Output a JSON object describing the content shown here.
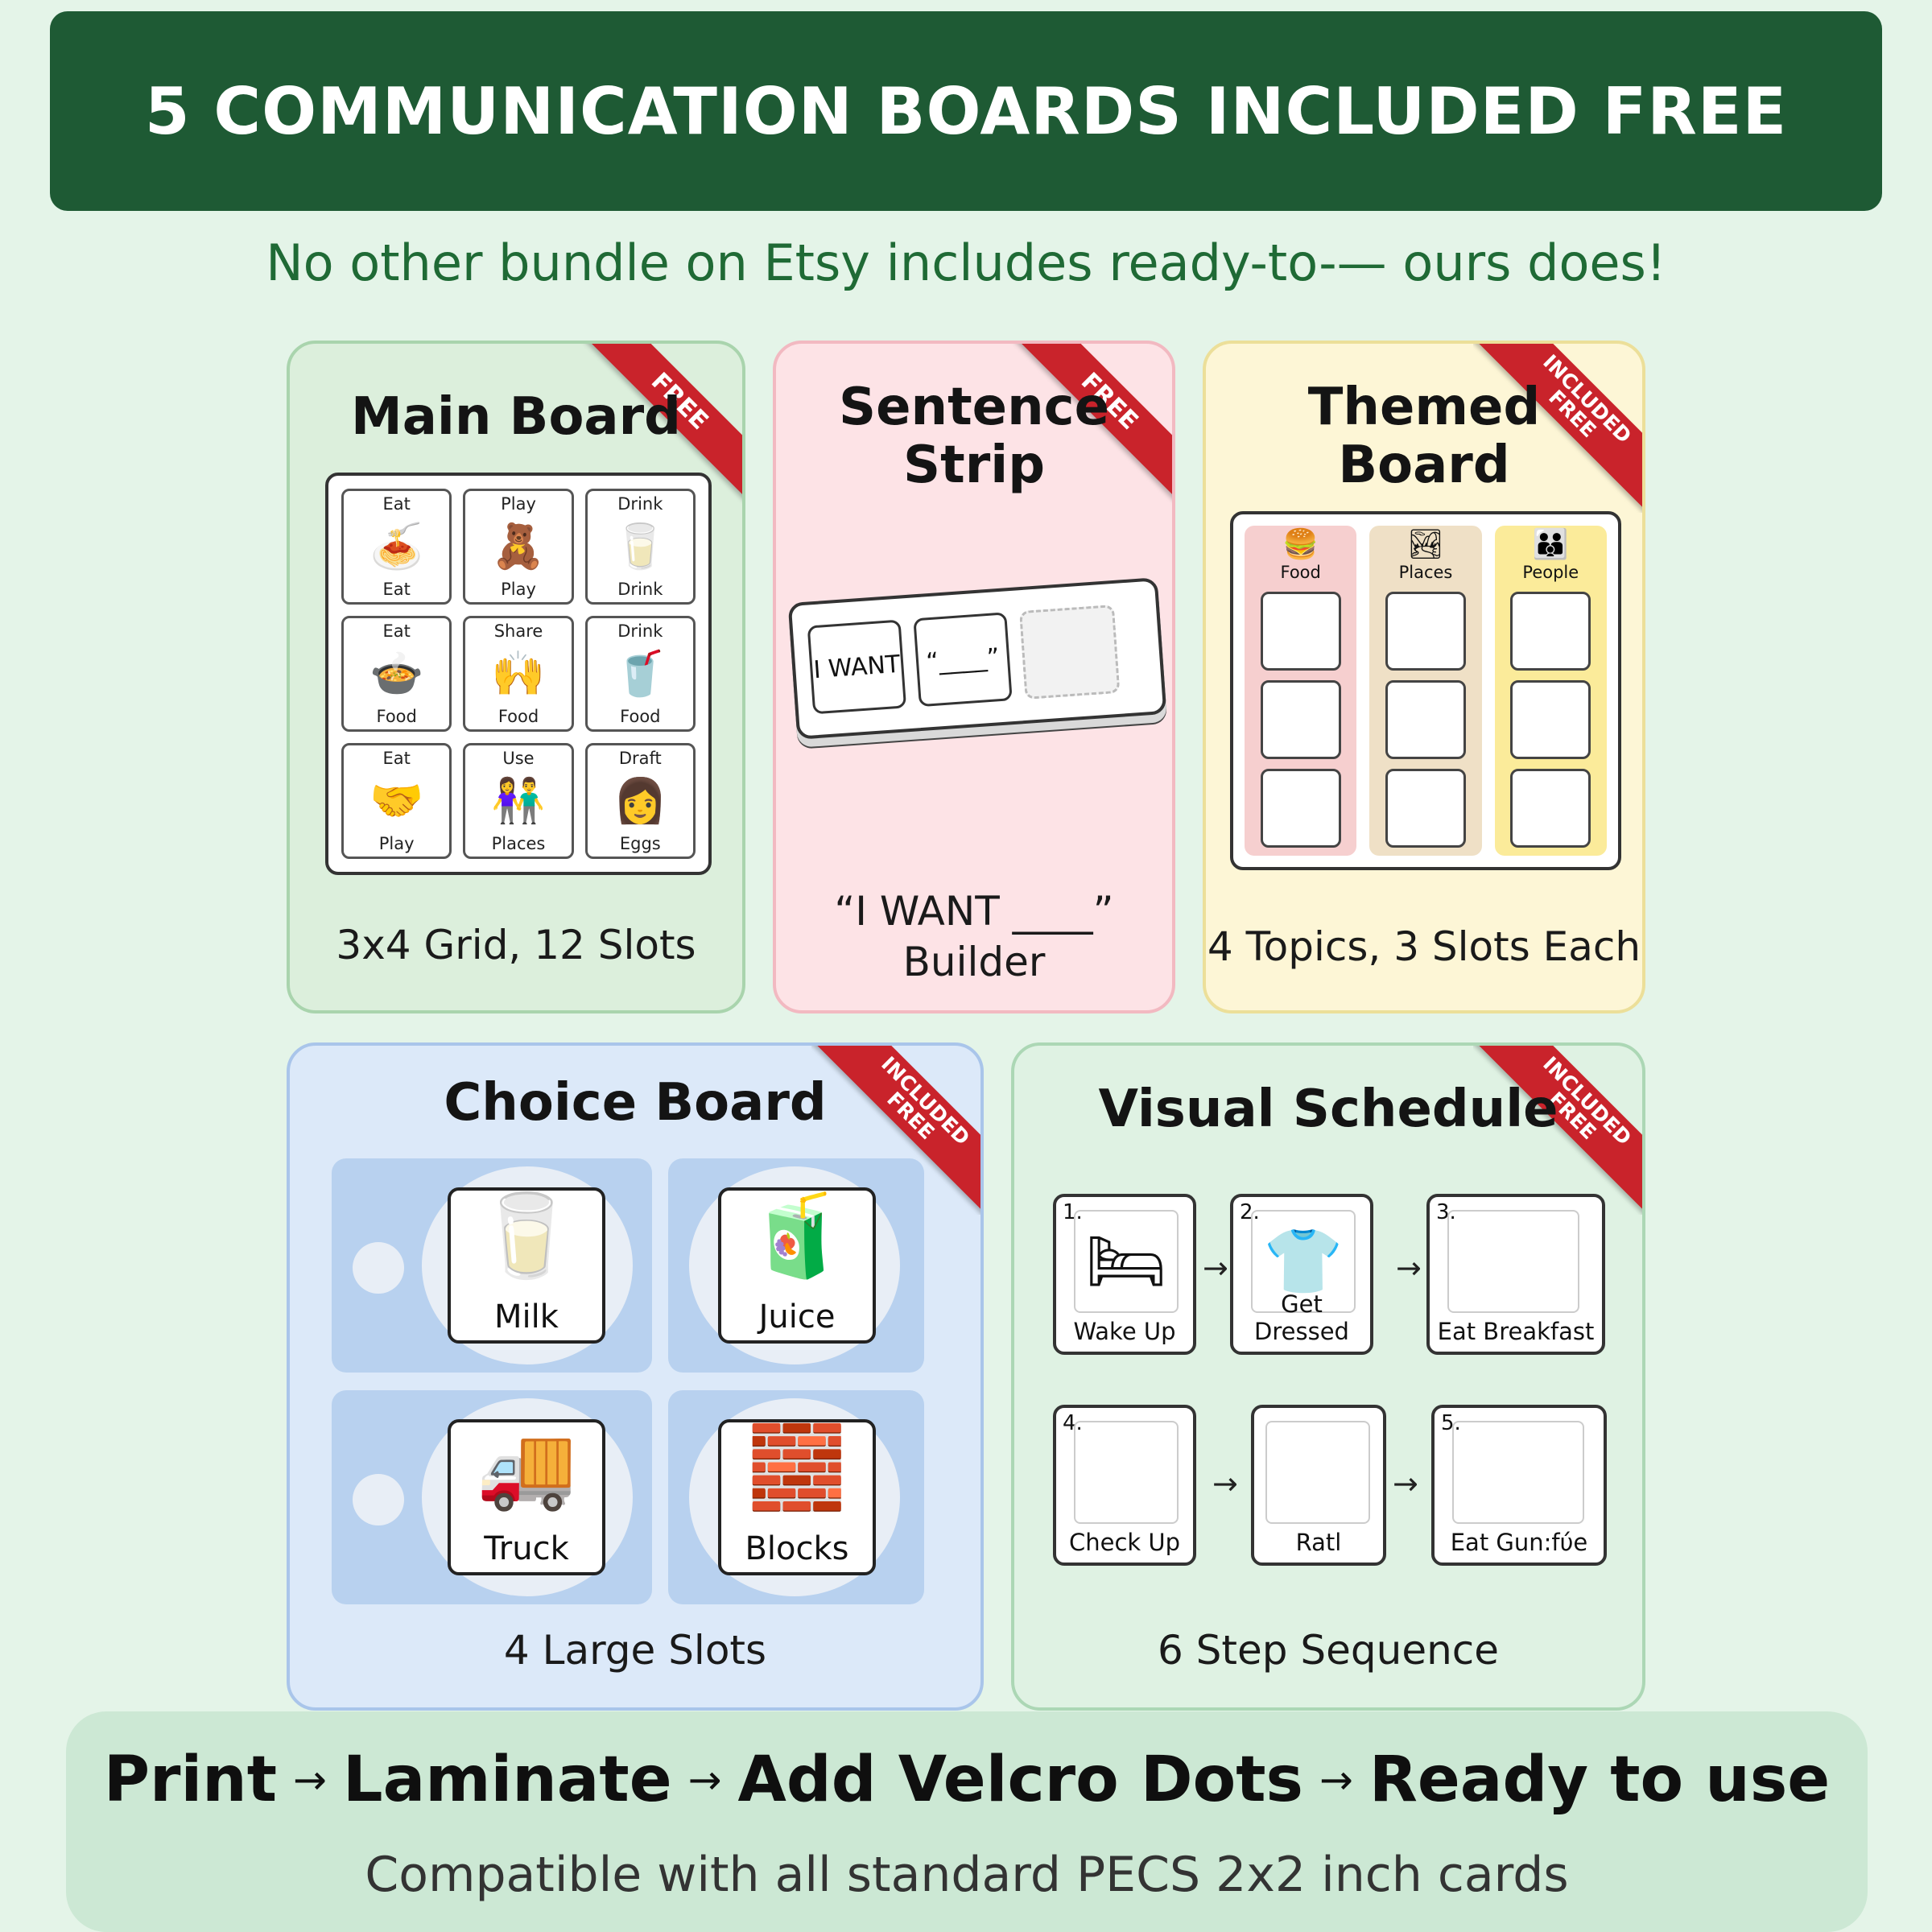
{
  "header": {
    "title": "5 COMMUNICATION BOARDS INCLUDED FREE",
    "subtitle": "No other bundle on Etsy includes ready-to-— ours does!"
  },
  "ribbons": {
    "free": "FREE",
    "included_free_line1": "INCLUDED",
    "included_free_line2": "FREE"
  },
  "main_board": {
    "title": "Main Board",
    "footer": "3x4 Grid, 12 Slots",
    "cells": [
      {
        "top": "Eat",
        "bottom": "Eat",
        "icon": "🍝",
        "icon_name": "plate-food-icon"
      },
      {
        "top": "Play",
        "bottom": "Play",
        "icon": "🧸",
        "icon_name": "child-playing-icon"
      },
      {
        "top": "Drink",
        "bottom": "Drink",
        "icon": "🥛",
        "icon_name": "glass-water-icon"
      },
      {
        "top": "Eat",
        "bottom": "Food",
        "icon": "🍲",
        "icon_name": "plate-meal-icon"
      },
      {
        "top": "Share",
        "bottom": "Food",
        "icon": "🙌",
        "icon_name": "boy-sharing-icon"
      },
      {
        "top": "Drink",
        "bottom": "Food",
        "icon": "🥤",
        "icon_name": "baby-drink-icon"
      },
      {
        "top": "Eat",
        "bottom": "Play",
        "icon": "🤝",
        "icon_name": "hands-icon"
      },
      {
        "top": "Use",
        "bottom": "Places",
        "icon": "👫",
        "icon_name": "two-people-icon"
      },
      {
        "top": "Draft",
        "bottom": "Eggs",
        "icon": "👩",
        "icon_name": "faces-icon"
      }
    ]
  },
  "sentence_strip": {
    "title_line1": "Sentence",
    "title_line2": "Strip",
    "slot1": "I WANT",
    "slot2": "“____”",
    "footer_line1": "“I WANT ____”",
    "footer_line2": "Builder"
  },
  "themed_board": {
    "title_line1": "Themed",
    "title_line2": "Board",
    "footer": "4 Topics, 3 Slots Each",
    "columns": [
      {
        "label": "Food",
        "icon": "🍔",
        "icon_name": "food-icon",
        "color": "#f6cfcf"
      },
      {
        "label": "Places",
        "icon": "🏞",
        "icon_name": "places-icon",
        "color": "#efe0c6"
      },
      {
        "label": "People",
        "icon": "👪",
        "icon_name": "people-icon",
        "color": "#fbeb9a"
      }
    ]
  },
  "choice_board": {
    "title": "Choice Board",
    "footer": "4 Large Slots",
    "items": [
      {
        "label": "Milk",
        "icon": "🥛",
        "icon_name": "milk-carton-icon"
      },
      {
        "label": "Juice",
        "icon": "🧃",
        "icon_name": "juice-glass-icon"
      },
      {
        "label": "Truck",
        "icon": "🚚",
        "icon_name": "truck-icon"
      },
      {
        "label": "Blocks",
        "icon": "🧱",
        "icon_name": "blocks-icon"
      }
    ]
  },
  "visual_schedule": {
    "title": "Visual Schedule",
    "footer": "6 Step Sequence",
    "steps": [
      {
        "num": "1.",
        "label": "Wake Up",
        "icon": "🛏",
        "icon_name": "bed-icon"
      },
      {
        "num": "2.",
        "label": "Get Dressed",
        "icon": "👕",
        "icon_name": "clothes-icon"
      },
      {
        "num": "3.",
        "label": "Eat Breakfast",
        "icon": "",
        "icon_name": ""
      },
      {
        "num": "4.",
        "label": "Check Up",
        "icon": "",
        "icon_name": ""
      },
      {
        "num": "",
        "label": "Ratl",
        "icon": "",
        "icon_name": ""
      },
      {
        "num": "5.",
        "label": "Eat Gun:fύe",
        "icon": "",
        "icon_name": ""
      }
    ],
    "arrow": "→"
  },
  "bottom": {
    "step1": "Print",
    "step2": "Laminate",
    "step3": "Add Velcro Dots",
    "step4": "Ready to use",
    "arrow": "→",
    "compatibility": "Compatible with all standard PECS 2x2 inch cards"
  }
}
